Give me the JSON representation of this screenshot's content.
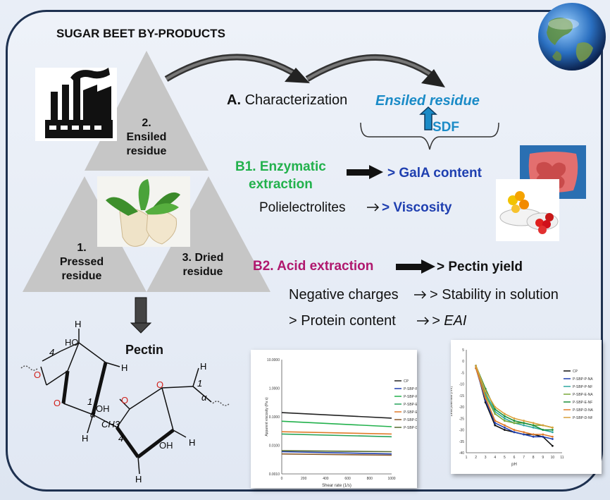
{
  "title": "SUGAR BEET BY-PRODUCTS",
  "triangles": {
    "t2": "2. Ensiled residue",
    "t2_lines": [
      "2.",
      "Ensiled",
      "residue"
    ],
    "t1_lines": [
      "1.",
      "Pressed",
      "residue"
    ],
    "t3_lines": [
      "3. Dried",
      "residue"
    ]
  },
  "characterization": {
    "label_a": "A.",
    "label": "Characterization",
    "ensiled": "Ensiled residue",
    "sdf": "SDF"
  },
  "b1": {
    "label_lines": [
      "B1. Enzymatic",
      "extraction"
    ],
    "result": "> GalA content",
    "poli": "Polielectrolites",
    "viscosity": "> Viscosity"
  },
  "b2": {
    "label": "B2. Acid extraction",
    "result": "> Pectin yield",
    "neg": "Negative charges",
    "stability": "> Stability in solution",
    "protein": "> Protein content",
    "eai": "> EAI"
  },
  "pectin": {
    "label": "Pectin"
  },
  "structure_labels": [
    "4",
    "1",
    "4",
    "1",
    "α",
    "α",
    "H",
    "H",
    "H",
    "H",
    "H",
    "H",
    "HO",
    "OH",
    "OH",
    "O",
    "O",
    "O",
    "O",
    "CH3"
  ],
  "colors": {
    "frame": "#1e3150",
    "green": "#22b14c",
    "blue_text": "#1f3fb0",
    "magenta": "#b0186e",
    "sky": "#1b8bc7",
    "triangle": "#c8c8c8"
  },
  "chart_data": [
    {
      "type": "line",
      "xlabel": "Shear rate (1/s)",
      "ylabel": "Apparent viscosity (Pa s)",
      "x_ticks": [
        "0",
        "200",
        "400",
        "600",
        "800",
        "1000"
      ],
      "y_ticks": [
        "10.0000",
        "1.0000",
        "0.1000",
        "0.0100",
        "0.0010"
      ],
      "y_scale": "log",
      "xlim": [
        0,
        1000
      ],
      "ylim": [
        0.001,
        10
      ],
      "legend_position": "right",
      "series": [
        {
          "name": "CP",
          "color": "#222222",
          "x": [
            0,
            1000
          ],
          "y": [
            0.14,
            0.09
          ]
        },
        {
          "name": "P-SBP-P-M",
          "color": "#1f3fb0",
          "x": [
            0,
            1000
          ],
          "y": [
            0.006,
            0.005
          ]
        },
        {
          "name": "P-SBP-P-F",
          "color": "#22b14c",
          "x": [
            0,
            1000
          ],
          "y": [
            0.07,
            0.045
          ]
        },
        {
          "name": "P-SBP-E-M",
          "color": "#27a35a",
          "x": [
            0,
            1000
          ],
          "y": [
            0.025,
            0.02
          ]
        },
        {
          "name": "P-SBP-E-F",
          "color": "#e07a2a",
          "x": [
            0,
            1000
          ],
          "y": [
            0.03,
            0.025
          ]
        },
        {
          "name": "P-SBP-D-M",
          "color": "#8b5a2b",
          "x": [
            0,
            1000
          ],
          "y": [
            0.005,
            0.0045
          ]
        },
        {
          "name": "P-SBP-D-F",
          "color": "#556b2f",
          "x": [
            0,
            1000
          ],
          "y": [
            0.0065,
            0.006
          ]
        }
      ]
    },
    {
      "type": "line",
      "xlabel": "pH",
      "ylabel": "Zeta potential (mV)",
      "x_ticks": [
        "1",
        "2",
        "3",
        "4",
        "5",
        "6",
        "7",
        "8",
        "9",
        "10",
        "11"
      ],
      "y_ticks": [
        "5",
        "0",
        "-5",
        "-10",
        "-15",
        "-20",
        "-25",
        "-30",
        "-35",
        "-40"
      ],
      "xlim": [
        1,
        11
      ],
      "ylim": [
        -40,
        5
      ],
      "legend_position": "right",
      "series": [
        {
          "name": "CP",
          "color": "#111111",
          "x": [
            2,
            3,
            4,
            5,
            6,
            7,
            8,
            9,
            10
          ],
          "y": [
            -2,
            -18,
            -28,
            -30,
            -31,
            -32,
            -32,
            -33,
            -37
          ]
        },
        {
          "name": "P-SBP-P-NA",
          "color": "#1f3fb0",
          "x": [
            2,
            3,
            4,
            5,
            6,
            7,
            8,
            9,
            10
          ],
          "y": [
            -3,
            -17,
            -27,
            -29,
            -31,
            -32,
            -33,
            -33,
            -34
          ]
        },
        {
          "name": "P-SBP-P-NF",
          "color": "#2ea7a0",
          "x": [
            2,
            3,
            4,
            5,
            6,
            7,
            8,
            9,
            10
          ],
          "y": [
            -2,
            -14,
            -22,
            -25,
            -27,
            -28,
            -29,
            -30,
            -31
          ]
        },
        {
          "name": "P-SBP-E-NA",
          "color": "#7aa83b",
          "x": [
            2,
            3,
            4,
            5,
            6,
            7,
            8,
            9,
            10
          ],
          "y": [
            -3,
            -15,
            -23,
            -26,
            -27,
            -27,
            -28,
            -28,
            -29
          ]
        },
        {
          "name": "P-SBP-E-NF",
          "color": "#1b8f3a",
          "x": [
            2,
            3,
            4,
            5,
            6,
            7,
            8,
            9,
            10
          ],
          "y": [
            -2,
            -12,
            -21,
            -24,
            -26,
            -27,
            -28,
            -30,
            -30
          ]
        },
        {
          "name": "P-SBP-D-NA",
          "color": "#e07a2a",
          "x": [
            2,
            3,
            4,
            5,
            6,
            7,
            8,
            9,
            10
          ],
          "y": [
            -3,
            -16,
            -26,
            -28,
            -30,
            -31,
            -32,
            -32,
            -33
          ]
        },
        {
          "name": "P-SBP-D-NF",
          "color": "#d9a13c",
          "x": [
            2,
            3,
            4,
            5,
            6,
            7,
            8,
            9,
            10
          ],
          "y": [
            -2,
            -13,
            -20,
            -23,
            -25,
            -26,
            -27,
            -28,
            -29
          ]
        }
      ]
    }
  ]
}
